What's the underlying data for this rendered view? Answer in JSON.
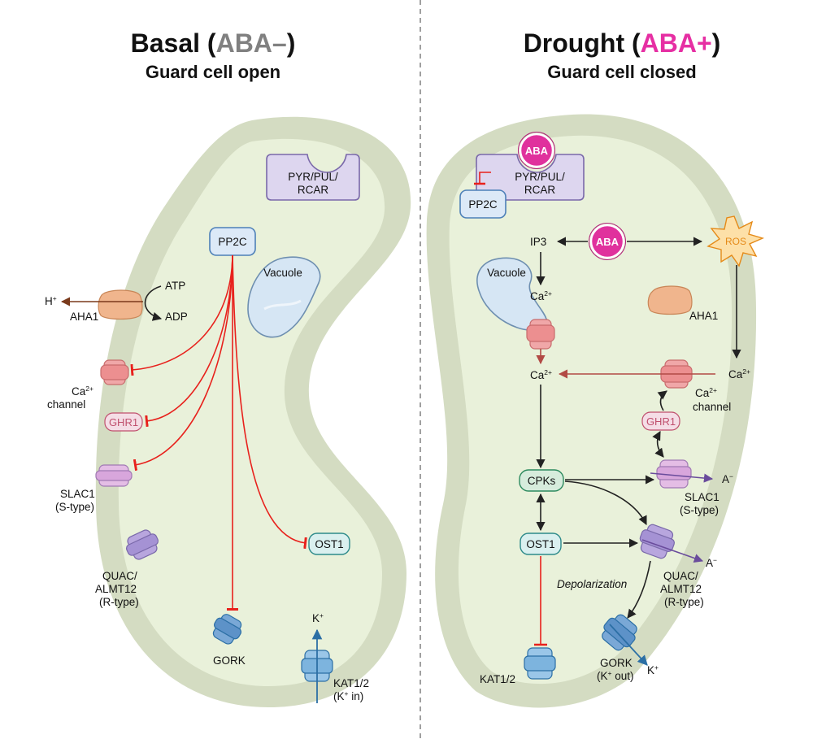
{
  "panels": {
    "basal": {
      "title_main": "Basal",
      "title_open": "(",
      "title_aba": "ABA–",
      "title_close": ")",
      "subtitle": "Guard cell open",
      "receptor": [
        "PYR/PUL/",
        "RCAR"
      ],
      "pp2c": "PP2C",
      "vacuole": "Vacuole",
      "h_ion": "H",
      "h_charge": "+",
      "aha1": "AHA1",
      "atp": "ATP",
      "adp": "ADP",
      "ca": "Ca",
      "ca_charge": "2+",
      "channel": "channel",
      "ghr1": "GHR1",
      "slac1": [
        "SLAC1",
        "(S-type)"
      ],
      "quac": [
        "QUAC/",
        "ALMT12",
        "(R-type)"
      ],
      "ost1": "OST1",
      "gork": "GORK",
      "k_ion": "K",
      "k_charge": "+",
      "kat": "KAT1/2",
      "kat_in_pre": "(K",
      "kat_in_post": " in)"
    },
    "drought": {
      "title_main": "Drought",
      "title_open": "(",
      "title_aba": "ABA+",
      "title_close": ")",
      "subtitle": "Guard cell closed",
      "aba": "ABA",
      "receptor": [
        "PYR/PUL/",
        "RCAR"
      ],
      "pp2c": "PP2C",
      "ip3": "IP3",
      "ros": "ROS",
      "vacuole": "Vacuole",
      "ca": "Ca",
      "ca_charge": "2+",
      "aha1": "AHA1",
      "channel": "channel",
      "ghr1": "GHR1",
      "cpks": "CPKs",
      "ost1": "OST1",
      "slac1": [
        "SLAC1",
        "(S-type)"
      ],
      "quac": [
        "QUAC/",
        "ALMT12",
        "(R-type)"
      ],
      "anion": "A",
      "anion_charge": "−",
      "depolarization": "Depolarization",
      "gork": "GORK",
      "gork_out_pre": "(K",
      "gork_out_post": " out)",
      "k_ion": "K",
      "k_charge": "+",
      "kat": "KAT1/2"
    }
  },
  "colors": {
    "cell_outer": "#d4dcc2",
    "cell_inner": "#e9f1da",
    "pp2c_fill": "#dce9f7",
    "pp2c_stroke": "#4d80b8",
    "receptor_fill": "#ddd6ef",
    "receptor_stroke": "#7a69aa",
    "aba_fill": "#e0319d",
    "aba_title": "#e62fa3",
    "aba_minus_title": "#808080",
    "inhibition": "#e8211c",
    "ca_pathway": "#b24a45",
    "ros_fill": "#fde0a8",
    "ros_text": "#e58a18",
    "aha1_text": "#c0504d",
    "ghr1_text": "#c0506e",
    "ost1_fill": "#daf0ef",
    "ost1_stroke": "#2d8a8a",
    "cpk_fill": "#d6ecdc",
    "cpk_stroke": "#2c8a5e",
    "anion_arrow": "#6a4c9c",
    "k_arrow": "#2c6fa5"
  }
}
